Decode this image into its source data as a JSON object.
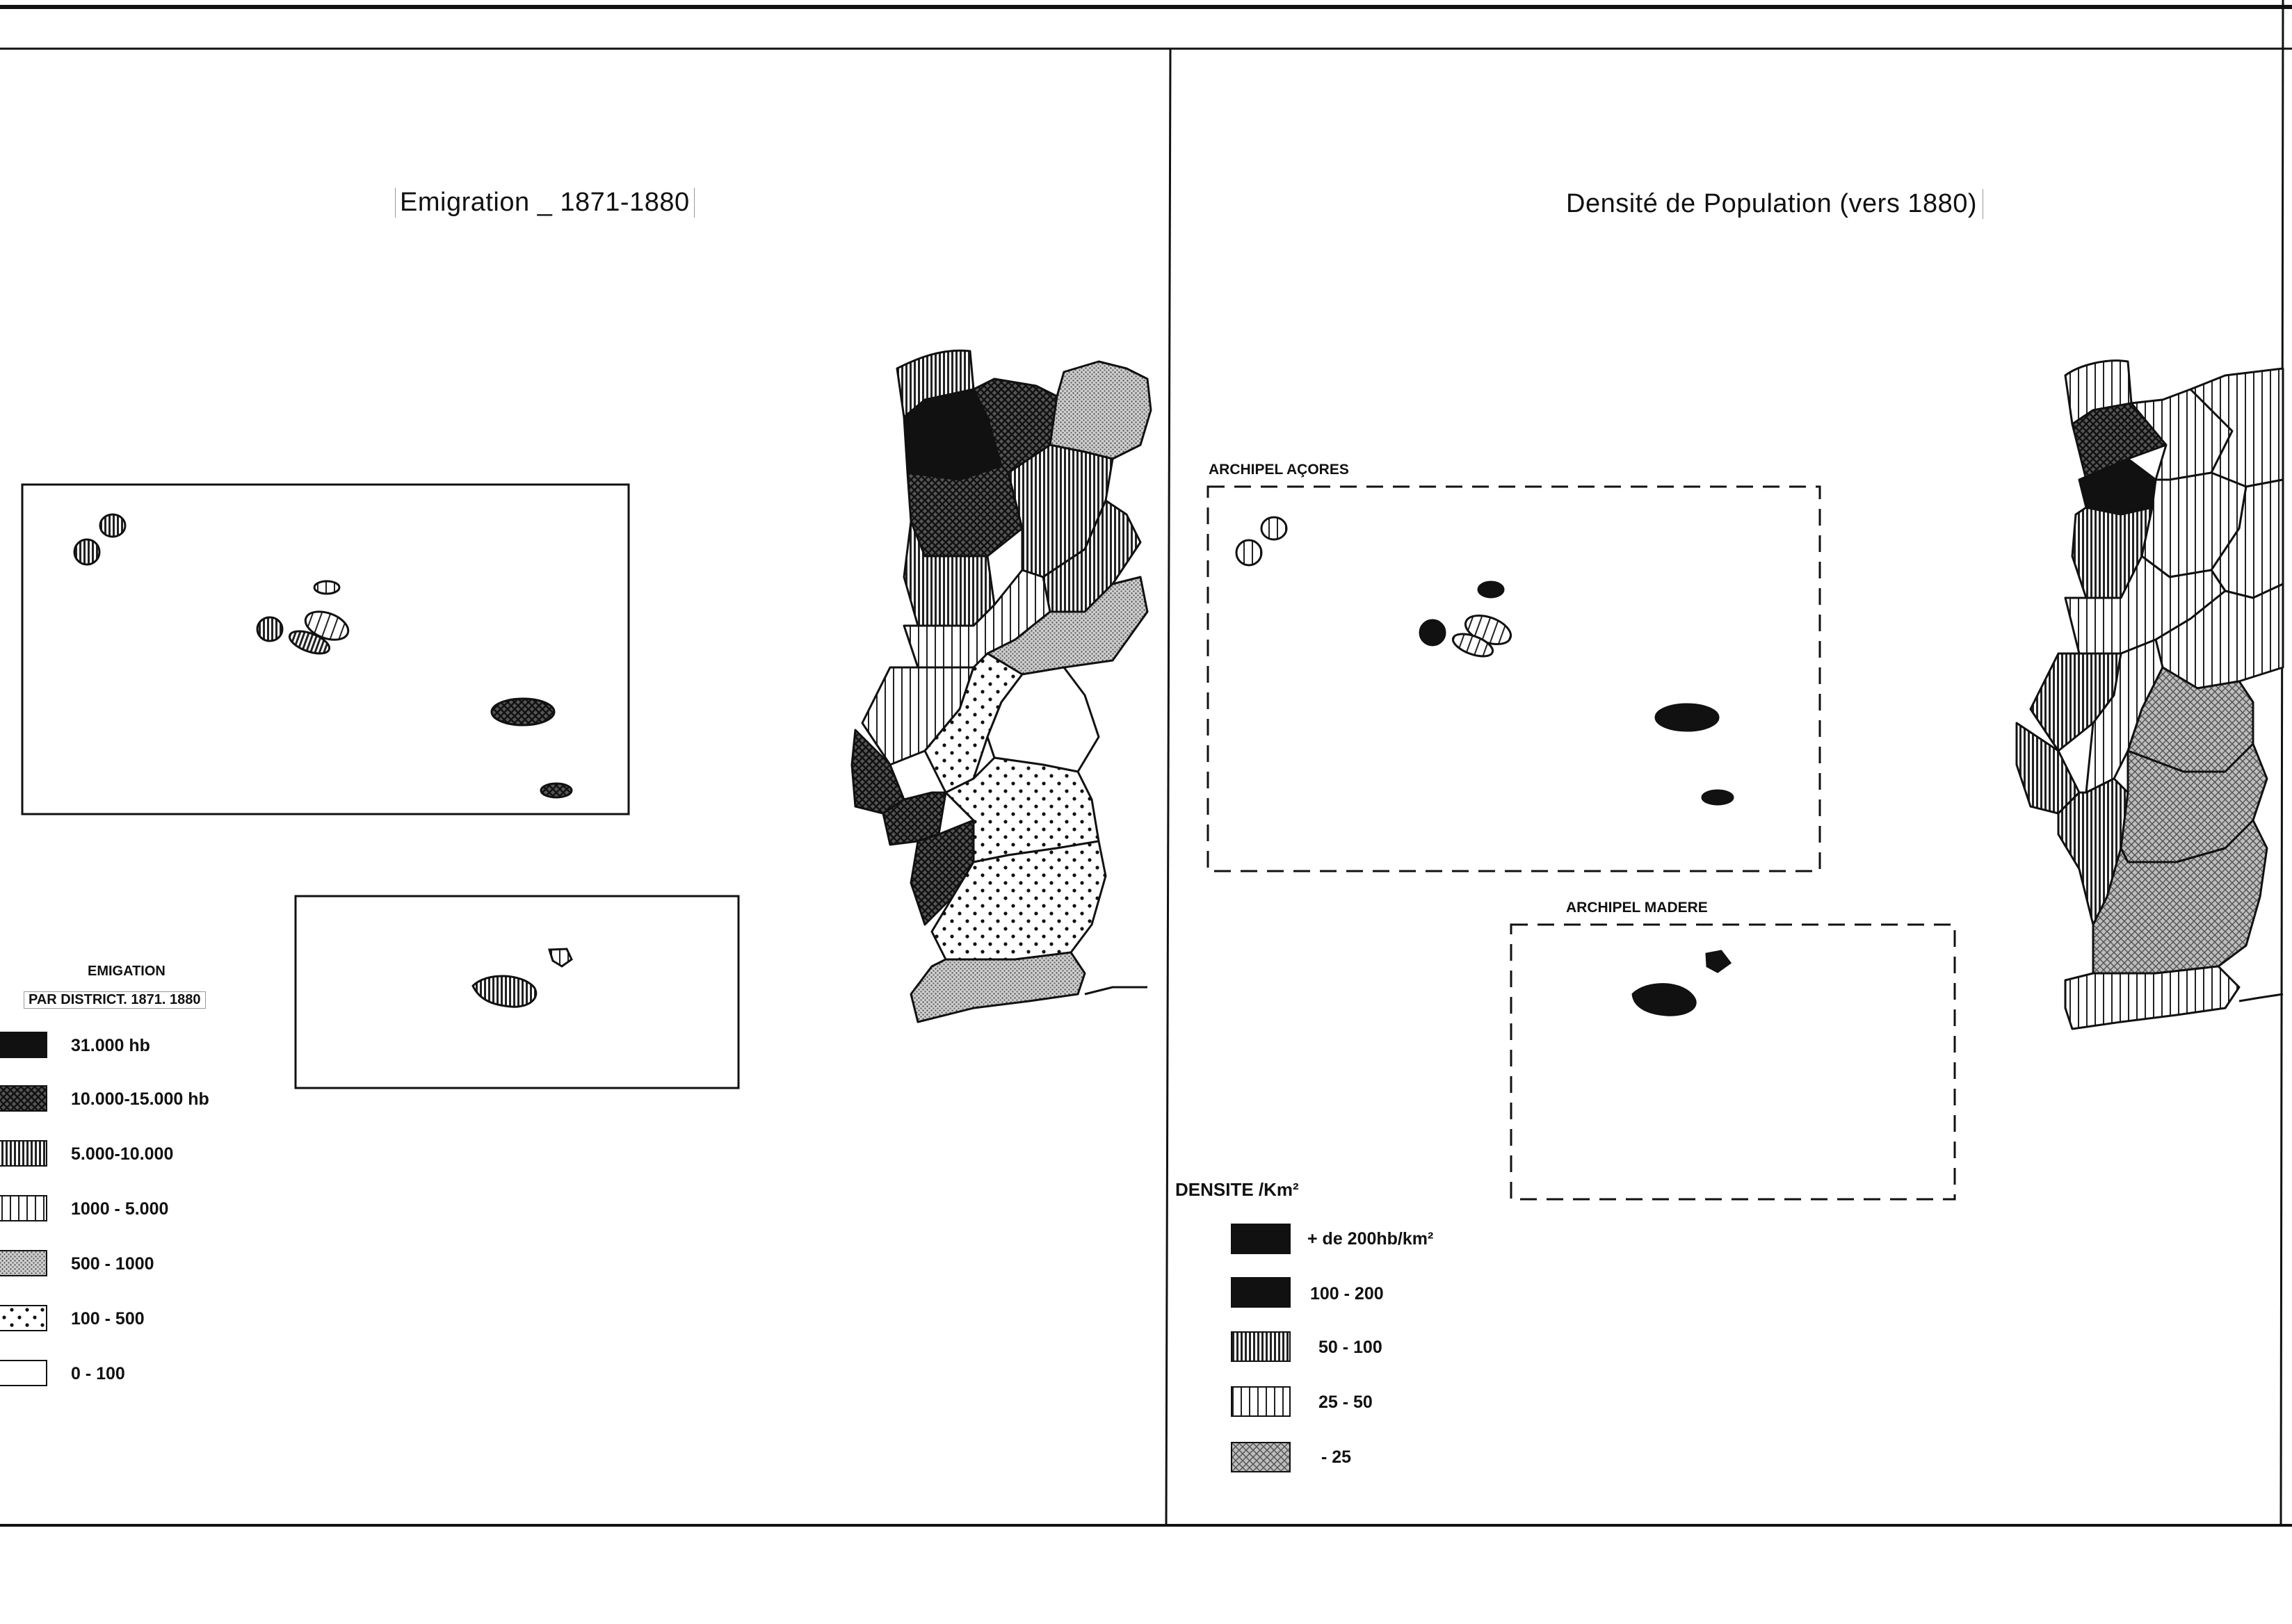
{
  "page": {
    "left_panel": {
      "title": "Emigration _ 1871-1880",
      "legend": {
        "heading_1": "EMIGATION",
        "heading_2": "PAR DISTRICT. 1871. 1880",
        "items": [
          {
            "label": "31.000 hb",
            "pattern": "solid-black"
          },
          {
            "label": "10.000-15.000 hb",
            "pattern": "crosshatch-dark"
          },
          {
            "label": "5.000-10.000",
            "pattern": "vertical-dense"
          },
          {
            "label": "1000 - 5.000",
            "pattern": "vertical-sparse"
          },
          {
            "label": "500 - 1000",
            "pattern": "stipple-grey"
          },
          {
            "label": "100 - 500",
            "pattern": "dots"
          },
          {
            "label": "0 - 100",
            "pattern": "blank"
          }
        ]
      }
    },
    "right_panel": {
      "title": "Densité de Population (vers 1880)",
      "inset_azores_label": "ARCHIPEL AÇORES",
      "inset_madeira_label": "ARCHIPEL MADERE",
      "legend": {
        "heading": "DENSITE /Km²",
        "items": [
          {
            "label": "+ de 200hb/km²",
            "pattern": "solid-black"
          },
          {
            "label": "100 - 200",
            "pattern": "solid-black"
          },
          {
            "label": "50 - 100",
            "pattern": "vertical-dense"
          },
          {
            "label": "25 - 50",
            "pattern": "vertical-sparse"
          },
          {
            "label": "- 25",
            "pattern": "crosshatch-grey"
          }
        ]
      }
    },
    "colors": {
      "ink": "#111111",
      "paper": "#ffffff",
      "grey_fill": "#b0b0b0"
    }
  }
}
